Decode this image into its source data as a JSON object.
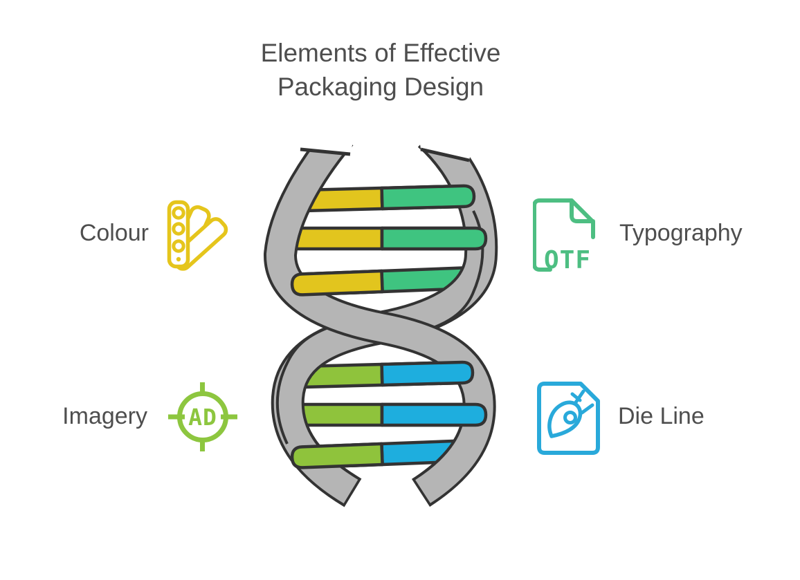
{
  "title": {
    "line1": "Elements of Effective",
    "line2": "Packaging Design"
  },
  "diagram": {
    "type": "dna-helix",
    "strand_color": "#b5b5b5",
    "outline_color": "#333333",
    "top_rungs_count": 3,
    "bottom_rungs_count": 3,
    "top_rung_left_color": "#e2c51e",
    "top_rung_right_color": "#3fc480",
    "bottom_rung_left_color": "#8fc33c",
    "bottom_rung_right_color": "#1eaede"
  },
  "items": [
    {
      "label": "Colour",
      "icon": "color-swatch-fan-icon",
      "color": "#e5c51c",
      "position": "top-left"
    },
    {
      "label": "Typography",
      "icon": "otf-file-icon",
      "icon_text": "OTF",
      "color": "#4dbe82",
      "position": "top-right"
    },
    {
      "label": "Imagery",
      "icon": "ad-target-icon",
      "icon_text": "AD",
      "color": "#8dc63f",
      "position": "bottom-left"
    },
    {
      "label": "Die Line",
      "icon": "pen-tool-document-icon",
      "color": "#29a9da",
      "position": "bottom-right"
    }
  ],
  "text_color": "#4e4e4e",
  "background_color": "#ffffff"
}
